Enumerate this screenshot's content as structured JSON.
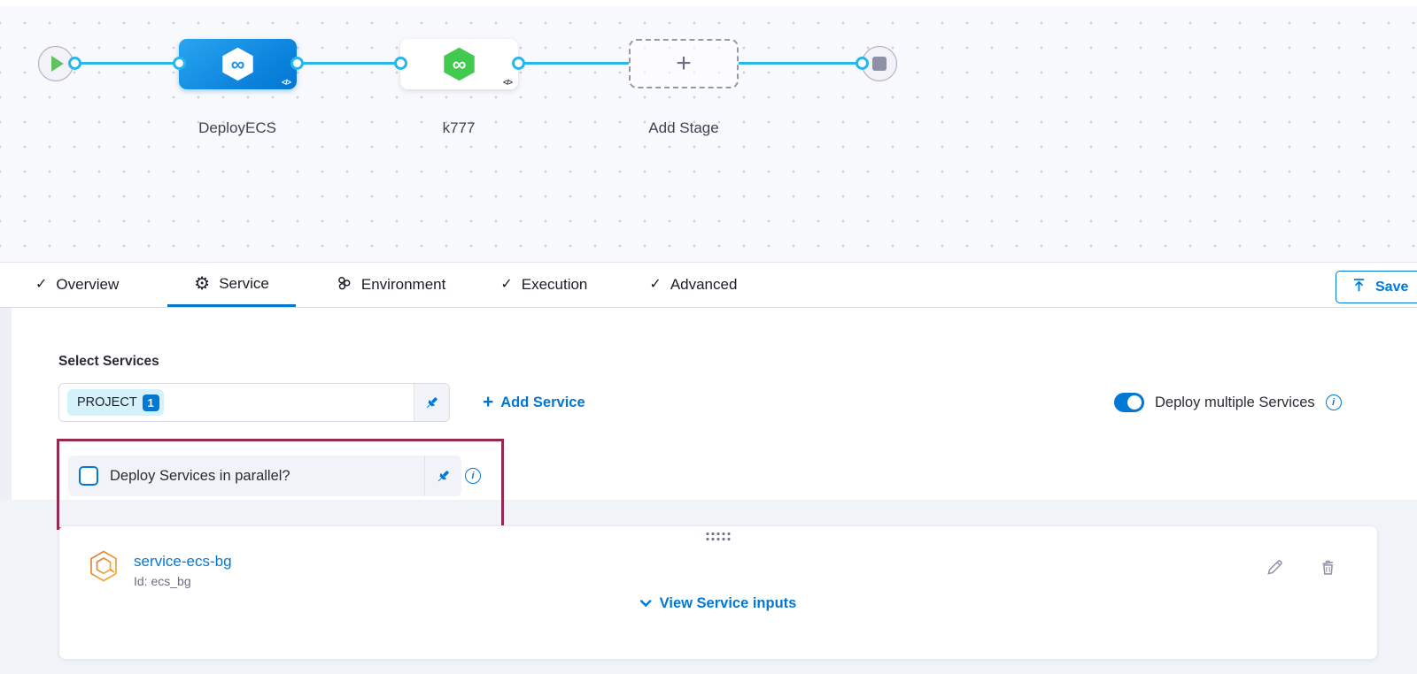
{
  "pipeline_graph": {
    "stages": [
      {
        "name": "DeployECS",
        "selected": true
      },
      {
        "name": "k777",
        "selected": false
      }
    ],
    "add_stage_label": "Add Stage"
  },
  "icons": {
    "check": "✓",
    "gear": "⚙",
    "infinity": "∞",
    "code": "</>",
    "plus": "+",
    "info": "i"
  },
  "tabs": [
    {
      "label": "Overview",
      "active": false
    },
    {
      "label": "Service",
      "active": true
    },
    {
      "label": "Environment",
      "active": false
    },
    {
      "label": "Execution",
      "active": false
    },
    {
      "label": "Advanced",
      "active": false
    }
  ],
  "toolbar": {
    "save_label": "Save"
  },
  "service_tab": {
    "select_services_label": "Select Services",
    "services_input": {
      "chip_text": "PROJECT",
      "chip_count": "1"
    },
    "add_service_label": "Add Service",
    "deploy_multiple_label": "Deploy multiple Services",
    "parallel_field": {
      "label": "Deploy Services in parallel?",
      "checked": false
    },
    "service_card": {
      "name": "service-ecs-bg",
      "id_text": "Id: ecs_bg",
      "view_inputs_label": "View Service inputs"
    }
  },
  "colors": {
    "accent": "#0278d5",
    "edge": "#29b6ea",
    "green": "#42c94f",
    "highlight": "#96294f",
    "text": "#22252e",
    "muted": "#6b6d85"
  }
}
